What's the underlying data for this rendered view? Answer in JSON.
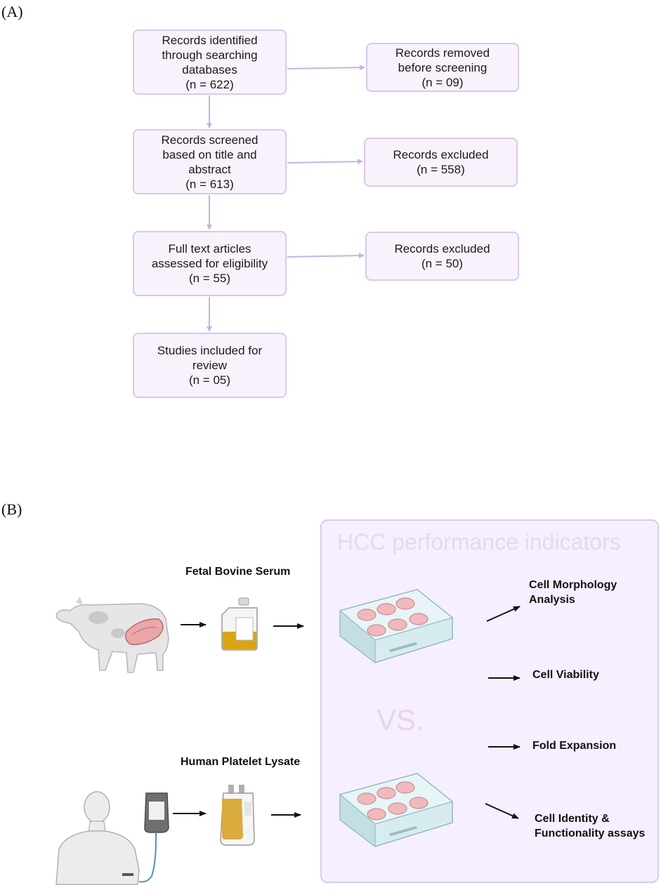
{
  "panel_a": {
    "label": "(A)",
    "boxes": {
      "identified": "Records identified\nthrough searching\ndatabases\n(n =  622)",
      "removed": "Records removed\nbefore screening\n(n = 09)",
      "screened": "Records screened\nbased on title and\nabstract\n(n = 613)",
      "excluded1": "Records excluded\n(n = 558)",
      "fulltext": "Full text articles\nassessed for eligibility\n(n = 55)",
      "excluded2": "Records excluded\n(n = 50)",
      "included": "Studies included for\nreview\n(n = 05)"
    }
  },
  "panel_b": {
    "label": "(B)",
    "panel_title": "HCC performance indicators",
    "vs_text": "VS.",
    "source_fbs": "Fetal Bovine Serum",
    "source_hpl": "Human Platelet Lysate",
    "indicators": {
      "morphology": "Cell Morphology\nAnalysis",
      "viability": "Cell Viability",
      "expansion": "Fold Expansion",
      "identity": "Cell Identity &\nFunctionality assays"
    }
  },
  "colors": {
    "box_border": "#d9c7ec",
    "box_fill": "#f8f2fd",
    "flow_arrow": "#c9b3e0",
    "panel_fill": "#f6efff"
  }
}
